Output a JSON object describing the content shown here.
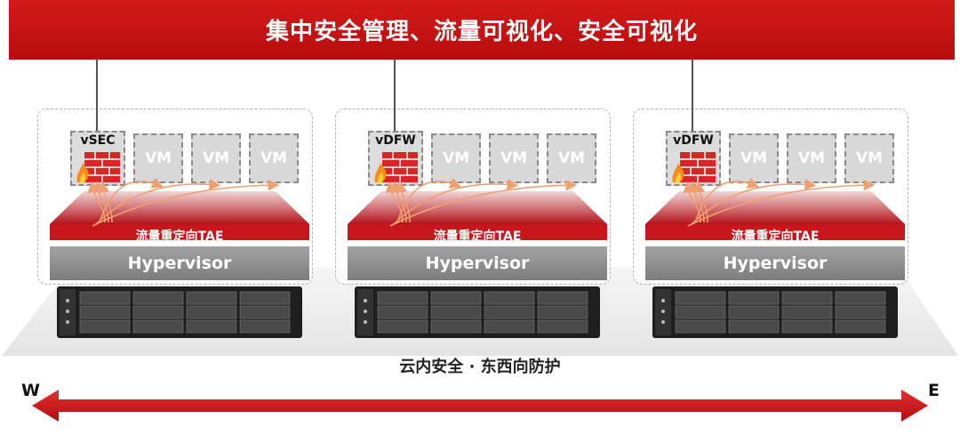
{
  "banner": {
    "title": "集中安全管理、流量可视化、安全可视化"
  },
  "nodes": [
    {
      "fw_label": "vSEC",
      "vm_labels": [
        "VM",
        "VM",
        "VM"
      ],
      "tae_label": "流量重定向TAE",
      "hypervisor_label": "Hypervisor"
    },
    {
      "fw_label": "vDFW",
      "vm_labels": [
        "VM",
        "VM",
        "VM"
      ],
      "tae_label": "流量重定向TAE",
      "hypervisor_label": "Hypervisor"
    },
    {
      "fw_label": "vDFW",
      "vm_labels": [
        "VM",
        "VM",
        "VM"
      ],
      "tae_label": "流量重定向TAE",
      "hypervisor_label": "Hypervisor"
    }
  ],
  "floor_label": "云内安全 · 东西向防护",
  "direction": {
    "west": "W",
    "east": "E"
  },
  "colors": {
    "brand_red": "#c8161d",
    "hypervisor_gray": "#8f8f8f",
    "flow_orange": "#f0a070"
  },
  "icons": {
    "firewall": "firewall-icon",
    "server": "server-icon",
    "arrow": "double-arrow-icon"
  }
}
